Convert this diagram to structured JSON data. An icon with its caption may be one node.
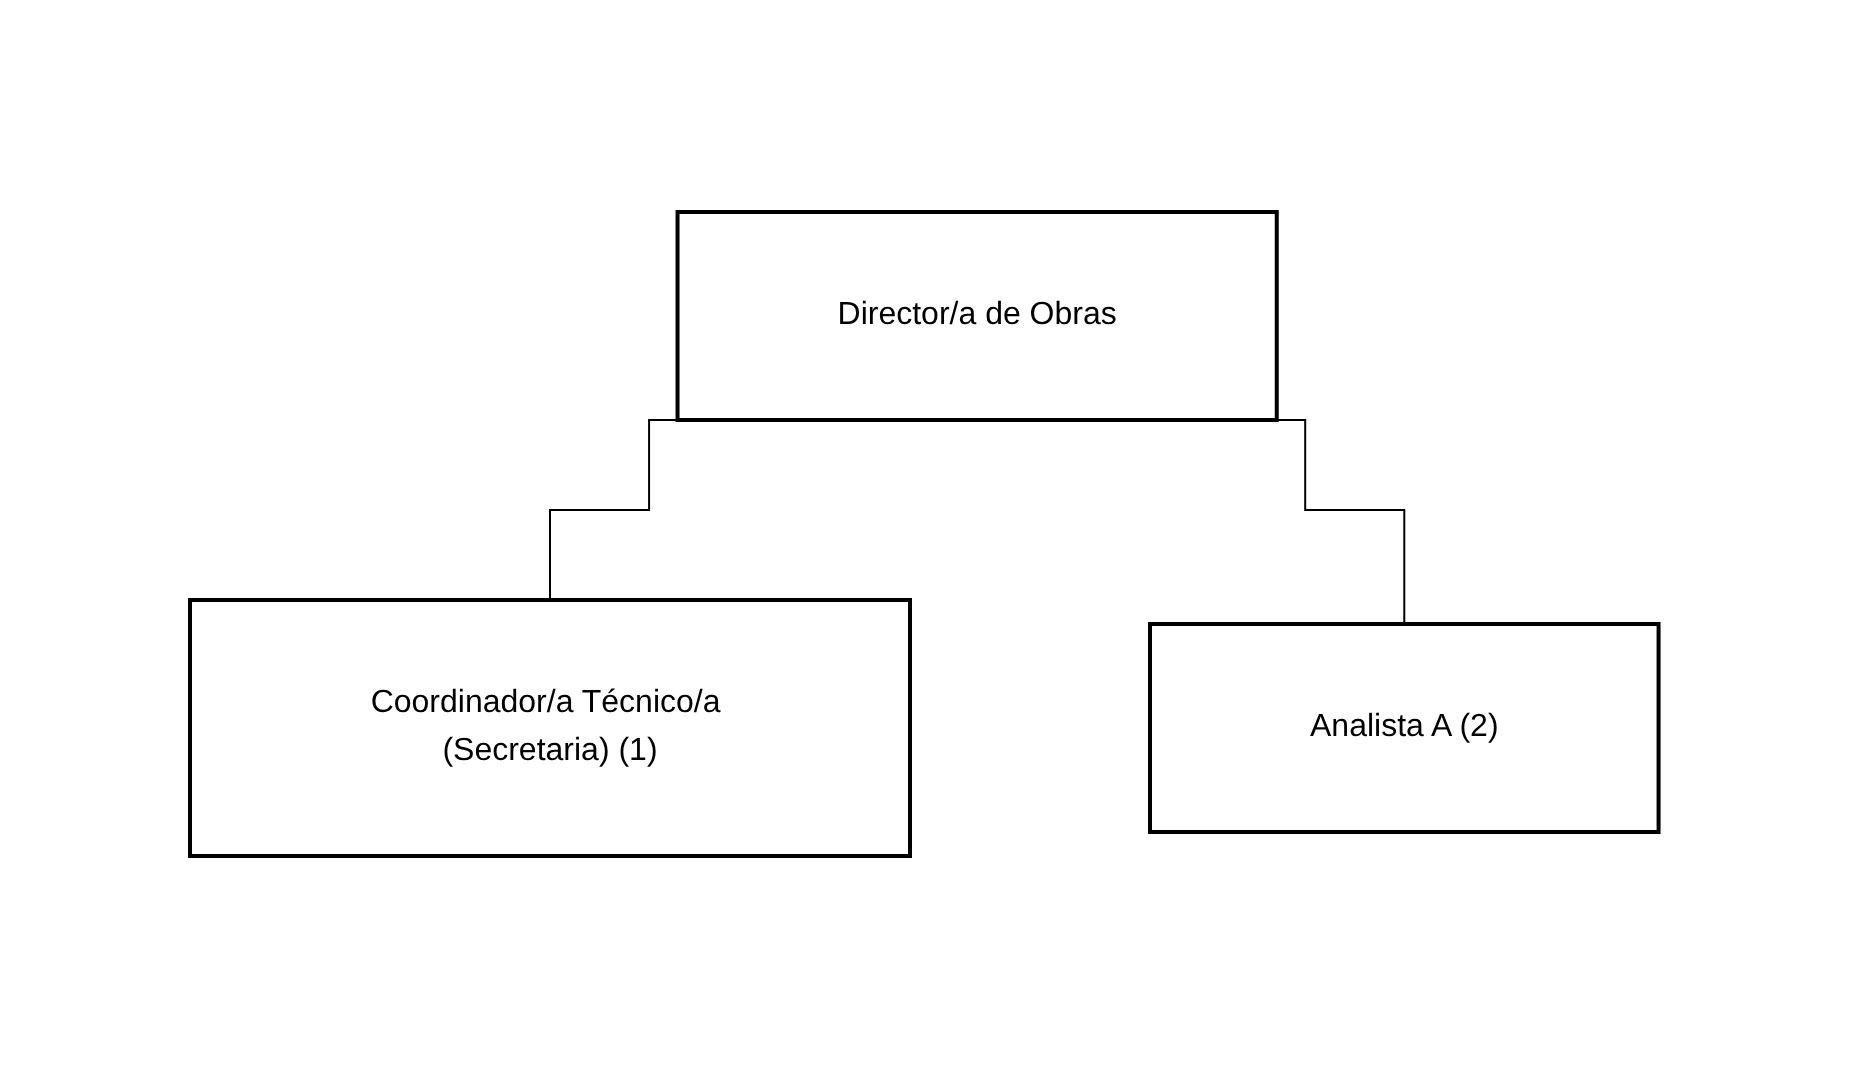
{
  "diagram": {
    "nodes": [
      {
        "text": [
          "Director/a de Obras"
        ]
      },
      {
        "text": [
          "Coordinador/a Técnico/a (Secretaria) (1)"
        ]
      },
      {
        "text": [
          "Analista A (2)"
        ]
      }
    ],
    "edges": [
      {
        "from": 0,
        "to": 1,
        "arrow": "none"
      },
      {
        "from": 0,
        "to": 2,
        "arrow": "none"
      }
    ]
  }
}
